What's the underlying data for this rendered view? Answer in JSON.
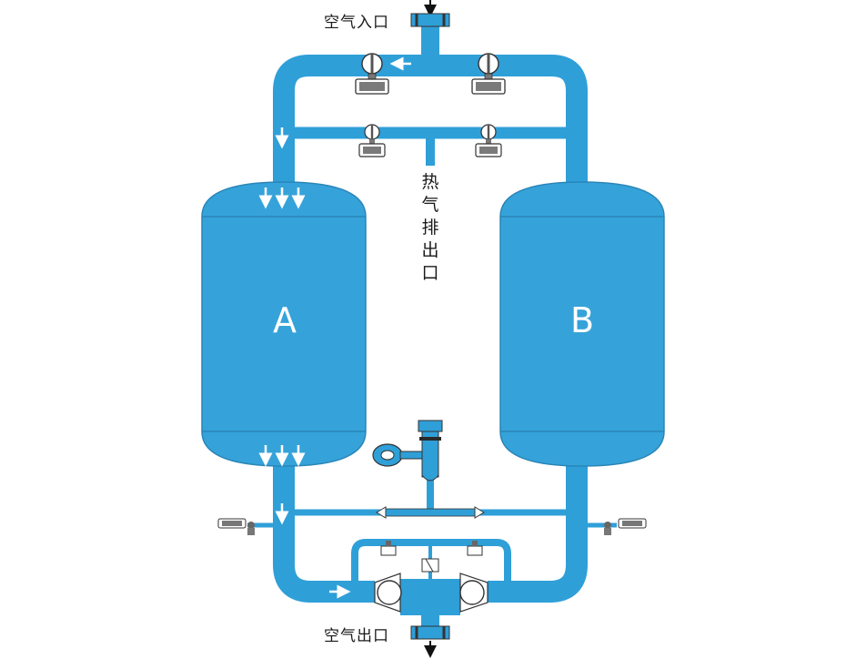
{
  "labels": {
    "air_inlet": "空气入口",
    "air_outlet": "空气出口",
    "hot_air_exhaust": "热气排出口",
    "tank_a": "A",
    "tank_b": "B"
  },
  "colors": {
    "pipe": "#2f9fd8",
    "tank": "#35a3d9",
    "outline": "#2a2a2a",
    "valve_body": "#555555",
    "background": "#ffffff"
  },
  "icons": {
    "flow_arrow": "arrow-icon",
    "valve": "valve-icon",
    "check_valve": "check-valve-icon",
    "muffler": "muffler-icon",
    "silencer": "silencer-icon"
  }
}
